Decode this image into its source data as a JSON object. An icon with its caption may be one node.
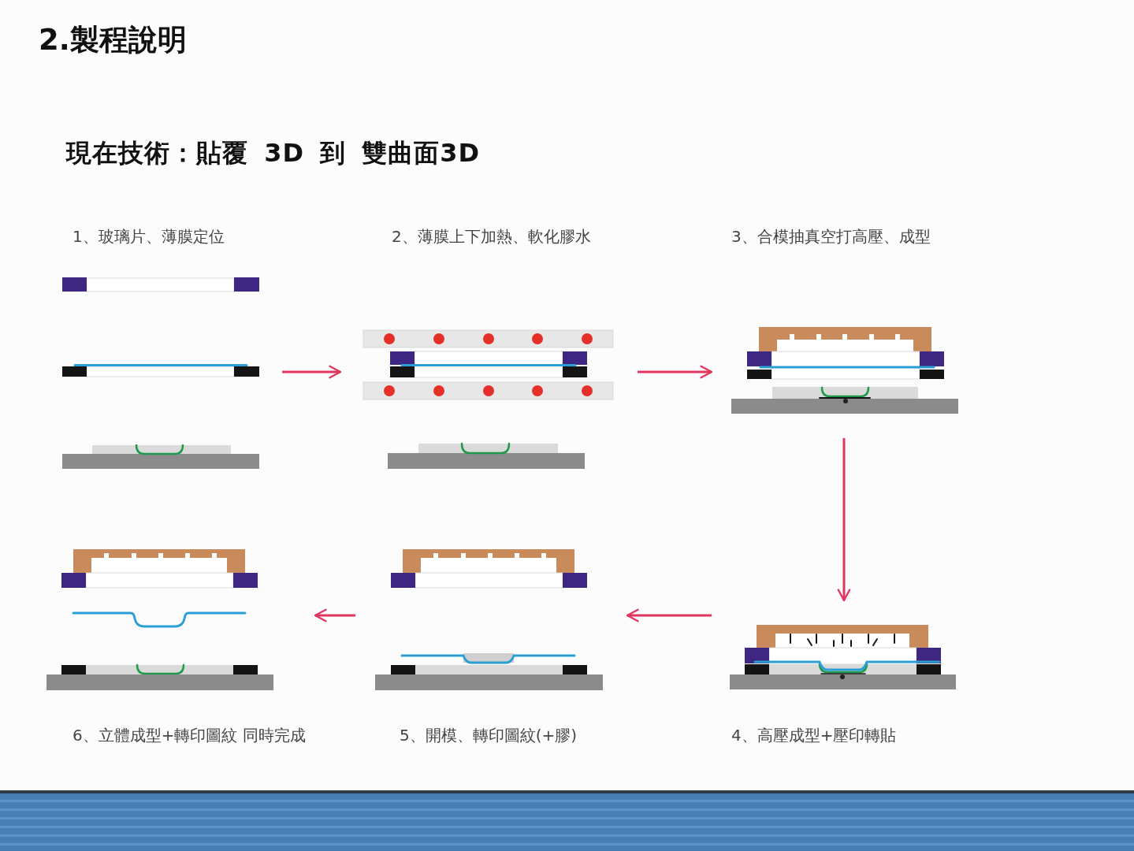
{
  "diagram": {
    "title": "2.製程說明",
    "nodes": [
      {
        "text": [
          "1、玻璃片、薄膜定位"
        ]
      },
      {
        "text": [
          "2、薄膜上下加熱、軟化膠水"
        ]
      },
      {
        "text": [
          "3、合模抽真空打高壓、成型"
        ]
      },
      {
        "text": [
          "4、高壓成型+壓印轉貼"
        ]
      },
      {
        "text": [
          "5、開模、轉印圖紋(+膠)"
        ]
      },
      {
        "text": [
          "6、立體成型+轉印圖紋 同時完成"
        ]
      }
    ],
    "edges": [
      {
        "from": 0,
        "to": 1,
        "arrow": "to"
      },
      {
        "from": 1,
        "to": 2,
        "arrow": "to"
      },
      {
        "from": 2,
        "to": 3,
        "arrow": "to"
      },
      {
        "from": 3,
        "to": 4,
        "arrow": "to"
      },
      {
        "from": 4,
        "to": 5,
        "arrow": "to"
      }
    ],
    "labels": [
      "現在技術：貼覆 3D 到 雙曲面3D"
    ]
  }
}
